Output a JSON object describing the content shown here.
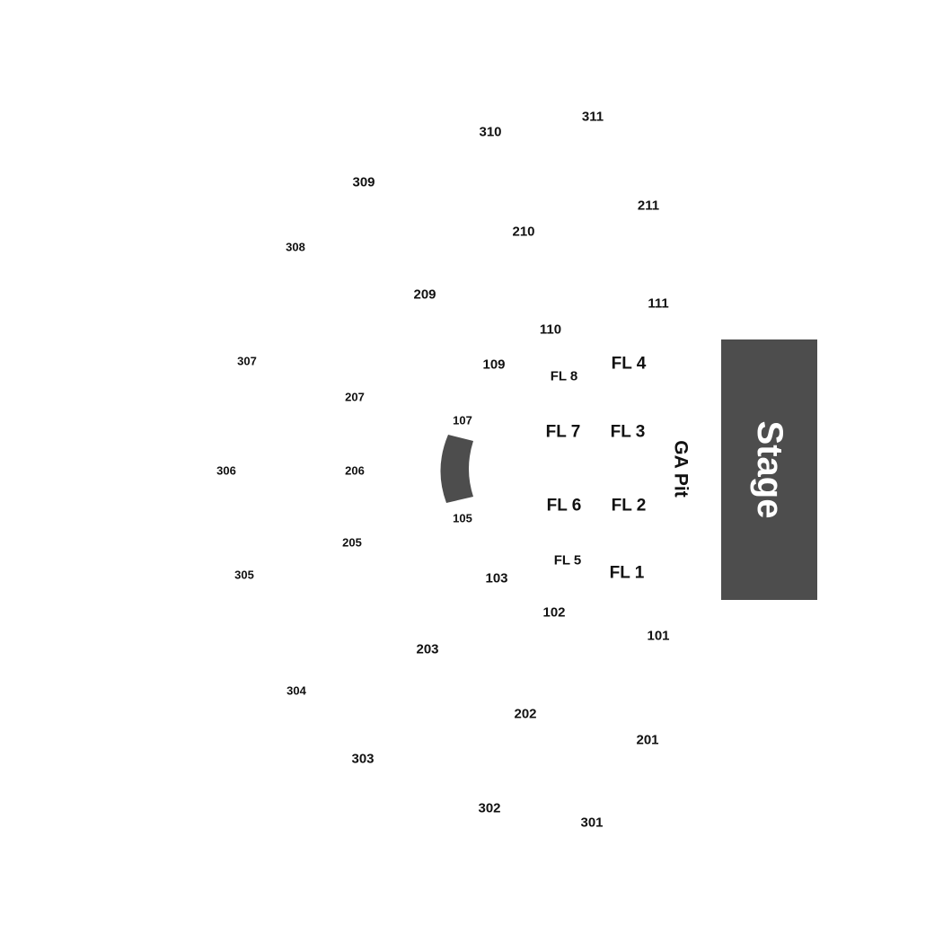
{
  "colors": {
    "stage_fill": "#4d4d4d",
    "text": "#111111",
    "background": "#ffffff"
  },
  "stage": {
    "label": "Stage"
  },
  "ga_pit": {
    "label": "GA Pit"
  },
  "sections": {
    "s311": "311",
    "s310": "310",
    "s309": "309",
    "s308": "308",
    "s307": "307",
    "s306": "306",
    "s305": "305",
    "s304": "304",
    "s303": "303",
    "s302": "302",
    "s301": "301",
    "s211": "211",
    "s210": "210",
    "s209": "209",
    "s207": "207",
    "s206": "206",
    "s205": "205",
    "s203": "203",
    "s202": "202",
    "s201": "201",
    "s111": "111",
    "s110": "110",
    "s109": "109",
    "s107": "107",
    "s105": "105",
    "s103": "103",
    "s102": "102",
    "s101": "101"
  },
  "floor": {
    "fl1": "FL 1",
    "fl2": "FL 2",
    "fl3": "FL 3",
    "fl4": "FL 4",
    "fl5": "FL 5",
    "fl6": "FL 6",
    "fl7": "FL 7",
    "fl8": "FL 8"
  }
}
